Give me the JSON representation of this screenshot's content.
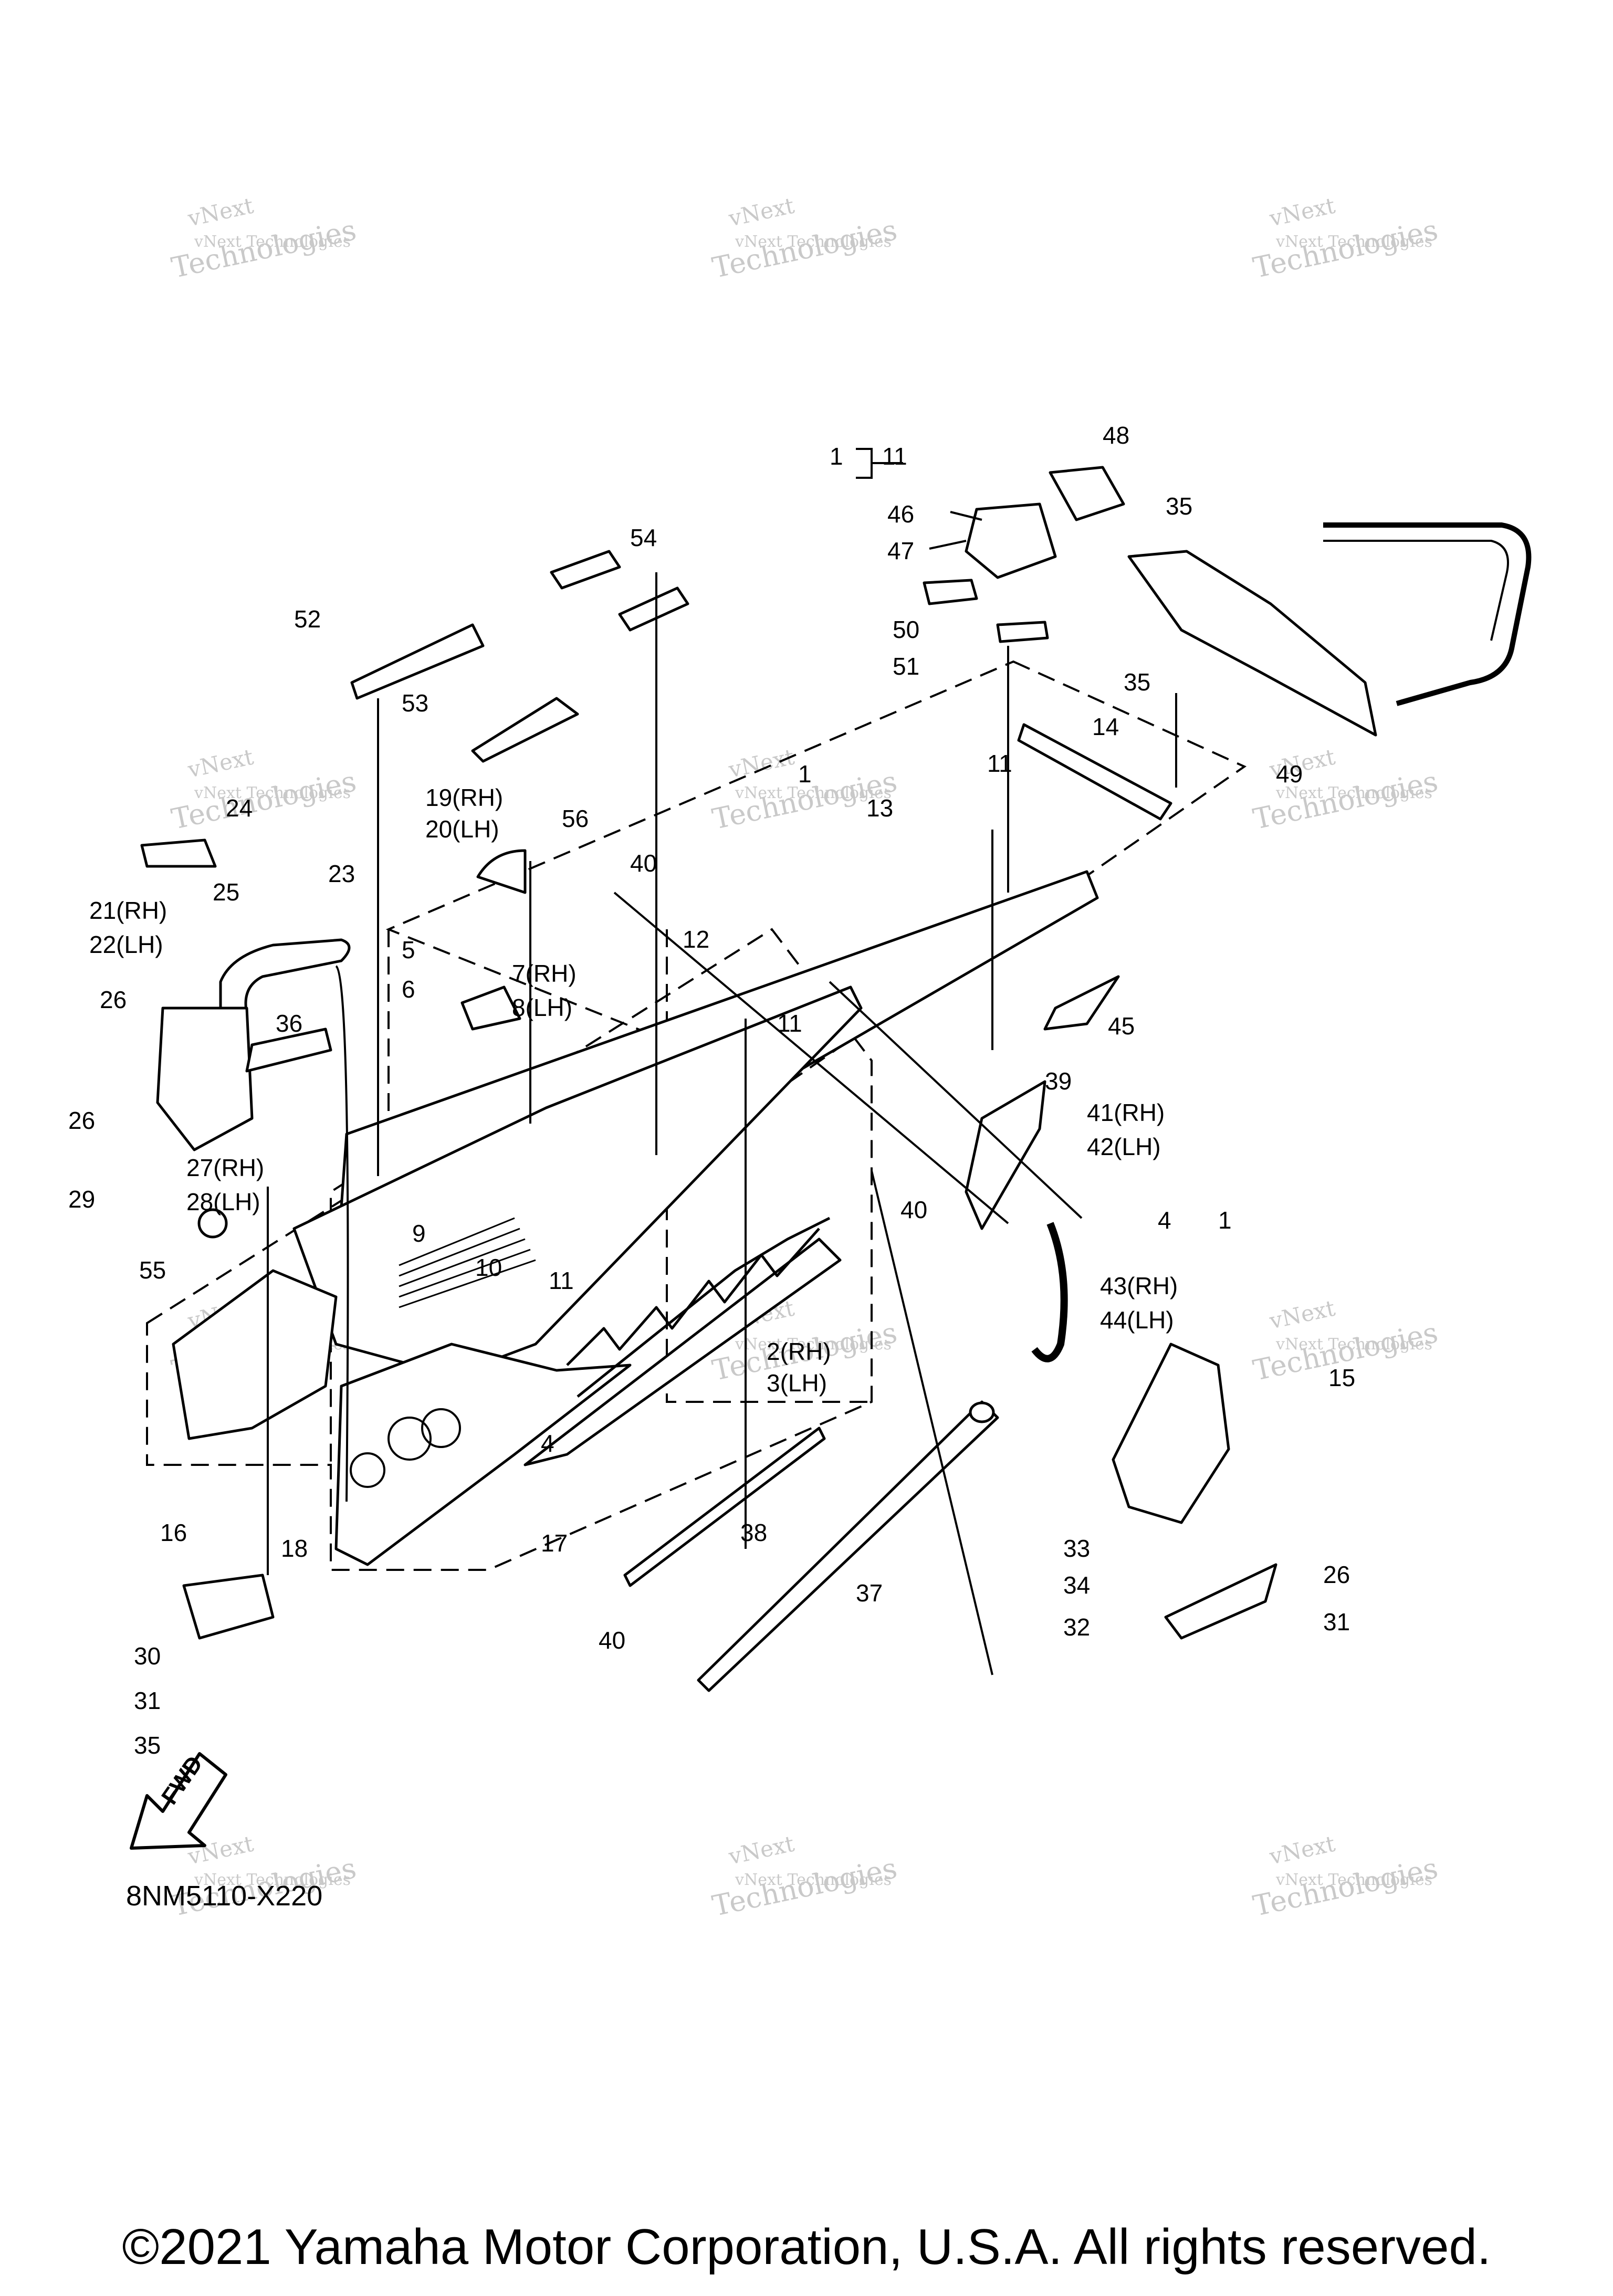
{
  "diagram": {
    "drawing_code": "8NM5110-X220",
    "copyright": "©2021 Yamaha Motor Corporation, U.S.A. All rights reserved.",
    "fwd_label": "FWD",
    "watermark": {
      "line1": "vNext",
      "line2": "vNext Technologies",
      "line3": "Technologies"
    },
    "callouts": {
      "c1a": "1",
      "c11a": "11",
      "c48": "48",
      "c35a": "35",
      "c46": "46",
      "c47": "47",
      "c54": "54",
      "c52": "52",
      "c50": "50",
      "c51": "51",
      "c35b": "35",
      "c53": "53",
      "c14": "14",
      "c49": "49",
      "c1b": "1",
      "c13": "13",
      "c11b": "11",
      "c24": "24",
      "c19": "19(RH)",
      "c20": "20(LH)",
      "c56": "56",
      "c25": "25",
      "c23": "23",
      "c21": "21(RH)",
      "c22": "22(LH)",
      "c40a": "40",
      "c12": "12",
      "c5": "5",
      "c6": "6",
      "c7": "7(RH)",
      "c8": "8(LH)",
      "c26a": "26",
      "c36": "36",
      "c11c": "11",
      "c45": "45",
      "c39": "39",
      "c41": "41(RH)",
      "c42": "42(LH)",
      "c26b": "26",
      "c27": "27(RH)",
      "c28": "28(LH)",
      "c29": "29",
      "c9": "9",
      "c40b": "40",
      "c4a": "4",
      "c1c": "1",
      "c55": "55",
      "c10": "10",
      "c11d": "11",
      "c43": "43(RH)",
      "c44": "44(LH)",
      "c2": "2(RH)",
      "c3": "3(LH)",
      "c15": "15",
      "c4b": "4",
      "c16": "16",
      "c18": "18",
      "c17": "17",
      "c38": "38",
      "c33": "33",
      "c34": "34",
      "c26c": "26",
      "c37": "37",
      "c32": "32",
      "c31a": "31",
      "c30": "30",
      "c40c": "40",
      "c31b": "31",
      "c35c": "35"
    }
  }
}
